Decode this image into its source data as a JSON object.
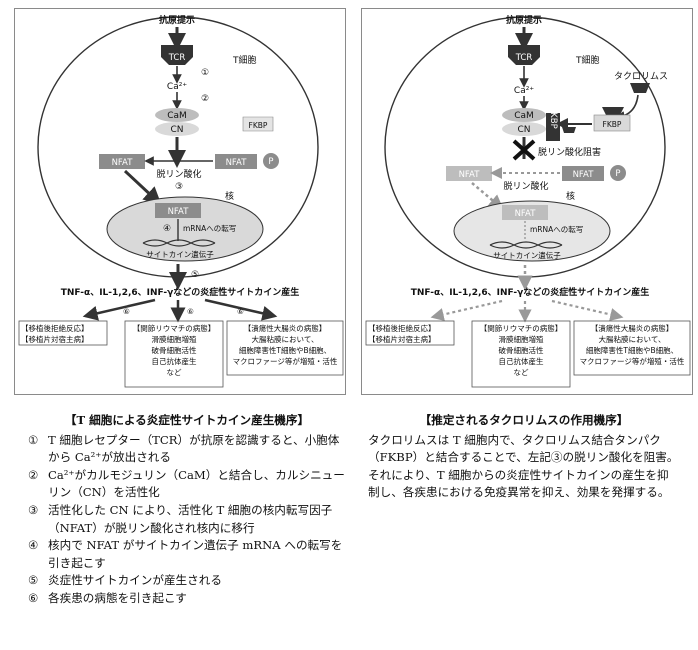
{
  "left_diagram": {
    "antigen": "抗原提示",
    "tcr": "TCR",
    "cell": "T細胞",
    "ca": "Ca²⁺",
    "cam": "CaM",
    "cn": "CN",
    "fkbp": "FKBP",
    "nfat": "NFAT",
    "p": "P",
    "dephos": "脱リン酸化",
    "nucleus": "核",
    "mrna": "mRNAへの転写",
    "gene": "サイトカイン遺伝子",
    "cytokines": "TNF-α、IL-1,2,6、INF-γなどの炎症性サイトカイン産生",
    "markers": [
      "①",
      "②",
      "③",
      "④",
      "⑤",
      "⑥",
      "⑥",
      "⑥"
    ],
    "box1": [
      "【移植後拒絶反応】",
      "【移植片対宿主病】"
    ],
    "box2": [
      "【関節リウマチの病態】",
      "滑膜細胞増殖",
      "破骨細胞活性",
      "自己抗体産生",
      "など"
    ],
    "box3": [
      "【潰瘍性大腸炎の病態】",
      "大腸粘膜において、",
      "細胞障害性T細胞やB細胞、",
      "マクロファージ等が増殖・活性"
    ]
  },
  "right_diagram": {
    "antigen": "抗原提示",
    "tcr": "TCR",
    "cell": "T細胞",
    "tacrolimus": "タクロリムス",
    "ca": "Ca²⁺",
    "cam": "CaM",
    "cn": "CN",
    "fkbp": "FKBP",
    "nfat": "NFAT",
    "p": "P",
    "inhibit": "脱リン酸化阻害",
    "dephos": "脱リン酸化",
    "nucleus": "核",
    "mrna": "mRNAへの転写",
    "gene": "サイトカイン遺伝子",
    "cytokines": "TNF-α、IL-1,2,6、INF-γなどの炎症性サイトカイン産生",
    "box1": [
      "【移植後拒絶反応】",
      "【移植片対宿主病】"
    ],
    "box2": [
      "【関節リウマチの病態】",
      "滑膜細胞増殖",
      "破骨細胞活性",
      "自己抗体産生",
      "など"
    ],
    "box3": [
      "【潰瘍性大腸炎の病態】",
      "大腸粘膜において、",
      "細胞障害性T細胞やB細胞、",
      "マクロファージ等が増殖・活性"
    ]
  },
  "left_caption": {
    "title": "【T 細胞による炎症性サイトカイン産生機序】",
    "steps": [
      {
        "num": "①",
        "text": "T 細胞レセプター（TCR）が抗原を認識すると、小胞体から Ca²⁺が放出される"
      },
      {
        "num": "②",
        "text": "Ca²⁺がカルモジュリン（CaM）と結合し、カルシニューリン（CN）を活性化"
      },
      {
        "num": "③",
        "text": "活性化した CN により、活性化 T 細胞の核内転写因子（NFAT）が脱リン酸化され核内に移行"
      },
      {
        "num": "④",
        "text": "核内で NFAT がサイトカイン遺伝子 mRNA への転写を引き起こす"
      },
      {
        "num": "⑤",
        "text": "炎症性サイトカインが産生される"
      },
      {
        "num": "⑥",
        "text": "各疾患の病態を引き起こす"
      }
    ]
  },
  "right_caption": {
    "title": "【推定されるタクロリムスの作用機序】",
    "para1": "タクロリムスは T 細胞内で、タクロリムス結合タンパク（FKBP）と結合することで、左記③の脱リン酸化を阻害。",
    "para2": "それにより、T 細胞からの炎症性サイトカインの産生を抑制し、各疾患における免疫異常を抑え、効果を発揮する。"
  }
}
